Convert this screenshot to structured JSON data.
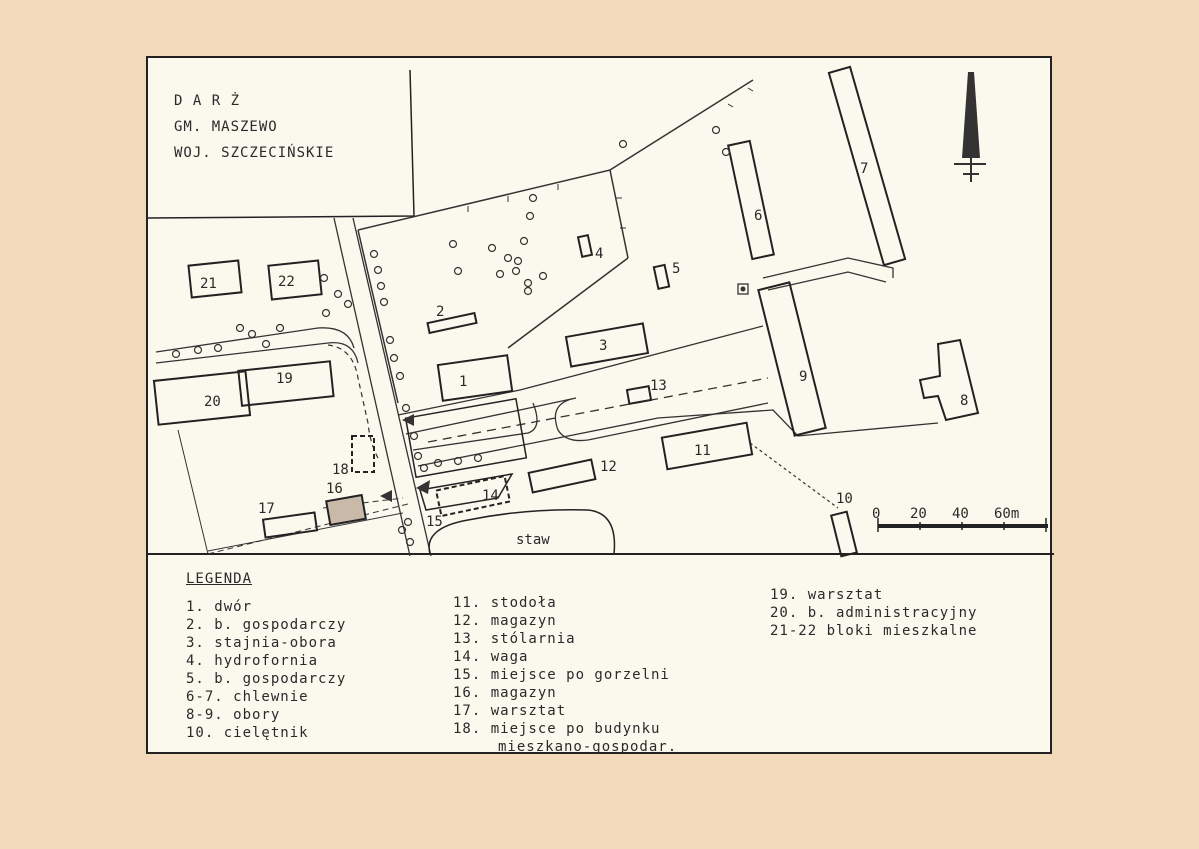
{
  "title": {
    "line1": "D A R Ż",
    "line2": "GM. MASZEWO",
    "line3": "WOJ. SZCZECIŃSKIE"
  },
  "map_labels": {
    "b1": "1",
    "b2": "2",
    "b3": "3",
    "b4": "4",
    "b5": "5",
    "b6": "6",
    "b7": "7",
    "b8": "8",
    "b9": "9",
    "b10": "10",
    "b11": "11",
    "b12": "12",
    "b13": "13",
    "b14": "14",
    "b15": "15",
    "b16": "16",
    "b17": "17",
    "b18": "18",
    "b19": "19",
    "b20": "20",
    "b21": "21",
    "b22": "22",
    "pond": "staw"
  },
  "scale_bar": {
    "ticks": [
      "0",
      "20",
      "40",
      "60m"
    ]
  },
  "legend": {
    "title": "LEGENDA",
    "col1": [
      "1. dwór",
      "2. b. gospodarczy",
      "3. stajnia-obora",
      "4. hydrofornia",
      "5. b. gospodarczy",
      "6-7. chlewnie",
      "8-9. obory",
      "10. cielętnik"
    ],
    "col2": [
      "11. stodoła",
      "12. magazyn",
      "13. stólarnia",
      "14. waga",
      "15. miejsce po gorzelni",
      "16. magazyn",
      "17. warsztat",
      "18. miejsce po budynku"
    ],
    "col2_cont": "mieszkano-gospodar.",
    "col3": [
      "19. warsztat",
      "20. b. administracyjny",
      "21-22 bloki mieszkalne"
    ]
  }
}
